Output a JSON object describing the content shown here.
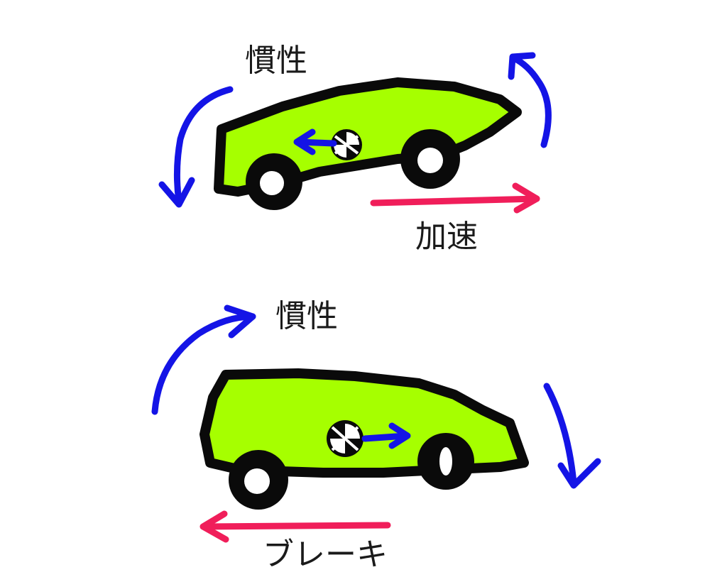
{
  "scene_top": {
    "inertia_label": "慣性",
    "force_label": "加速"
  },
  "scene_bottom": {
    "inertia_label": "慣性",
    "force_label": "ブレーキ"
  },
  "colors": {
    "car_body": "#a6ff00",
    "outline": "#0a0a0a",
    "inertia_arrow": "#1414e6",
    "force_arrow": "#f01e5a",
    "wheel_hub": "#ffffff"
  }
}
